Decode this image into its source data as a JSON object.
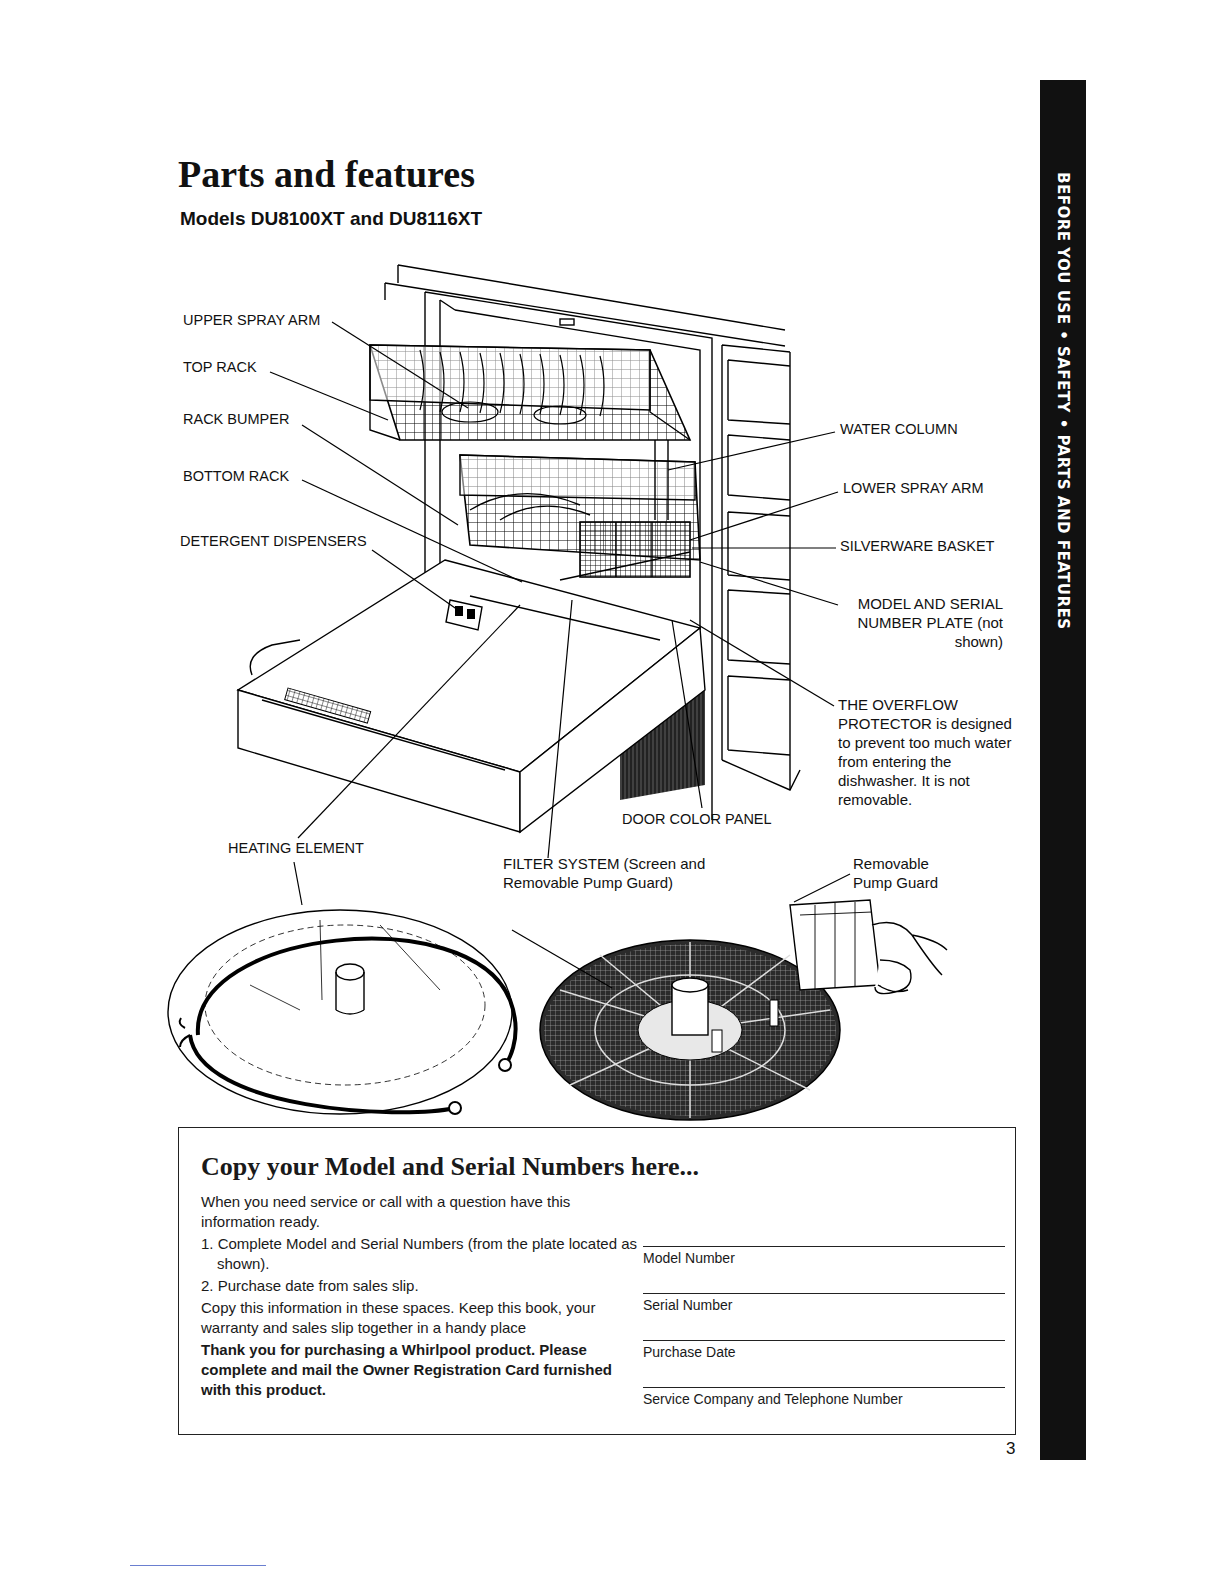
{
  "diagram": {
    "title": "Parts and features",
    "nodes": [
      {
        "text": [
          "BEFORE YOU USE • SAFETY • PARTS AND FEATURES"
        ]
      },
      {
        "text": [
          "Copy your Model and Serial Numbers here...",
          "When you need service or call with a question have this information ready.",
          "1. Complete Model and Serial Numbers (from the plate located as shown).",
          "2. Purchase date from sales slip.",
          "Copy this information in these spaces. Keep this book, your warranty and sales slip together in a handy place",
          "Thank you for purchasing a Whirlpool product. Please complete and mail the Owner Registration Card furnished with this product.",
          "Model Number",
          "Serial Number",
          "Purchase Date",
          "Service Company and Telephone Number"
        ]
      }
    ],
    "labels": [
      "Models DU8100XT and DU8116XT",
      "UPPER SPRAY ARM",
      "TOP RACK",
      "RACK BUMPER",
      "BOTTOM RACK",
      "DETERGENT DISPENSERS",
      "WATER COLUMN",
      "LOWER SPRAY ARM",
      "SILVERWARE BASKET",
      "MODEL AND SERIAL NUMBER PLATE (not shown)",
      "THE OVERFLOW PROTECTOR is designed to prevent too much water from entering the dishwasher. It is not removable.",
      "DOOR COLOR PANEL",
      "HEATING ELEMENT",
      "FILTER SYSTEM (Screen and Removable Pump Guard)",
      "Removable Pump Guard",
      "3"
    ]
  }
}
